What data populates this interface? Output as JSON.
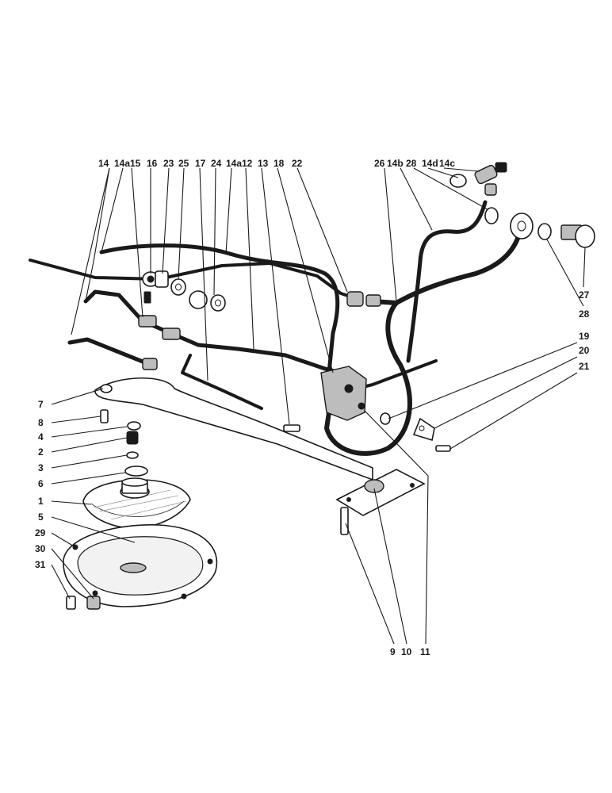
{
  "figure": {
    "part_labels": {
      "top": [
        "14",
        "14a",
        "15",
        "16",
        "23",
        "25",
        "17",
        "24",
        "14a",
        "12",
        "13",
        "18",
        "22"
      ],
      "top_right": [
        "26",
        "14b",
        "28",
        "14d",
        "14c"
      ],
      "right": [
        "27",
        "28",
        "19",
        "20",
        "21"
      ],
      "left": [
        "7",
        "8",
        "4",
        "2",
        "3",
        "6",
        "1",
        "5",
        "29",
        "30",
        "31"
      ],
      "bottom": [
        "9",
        "10",
        "11"
      ]
    }
  }
}
